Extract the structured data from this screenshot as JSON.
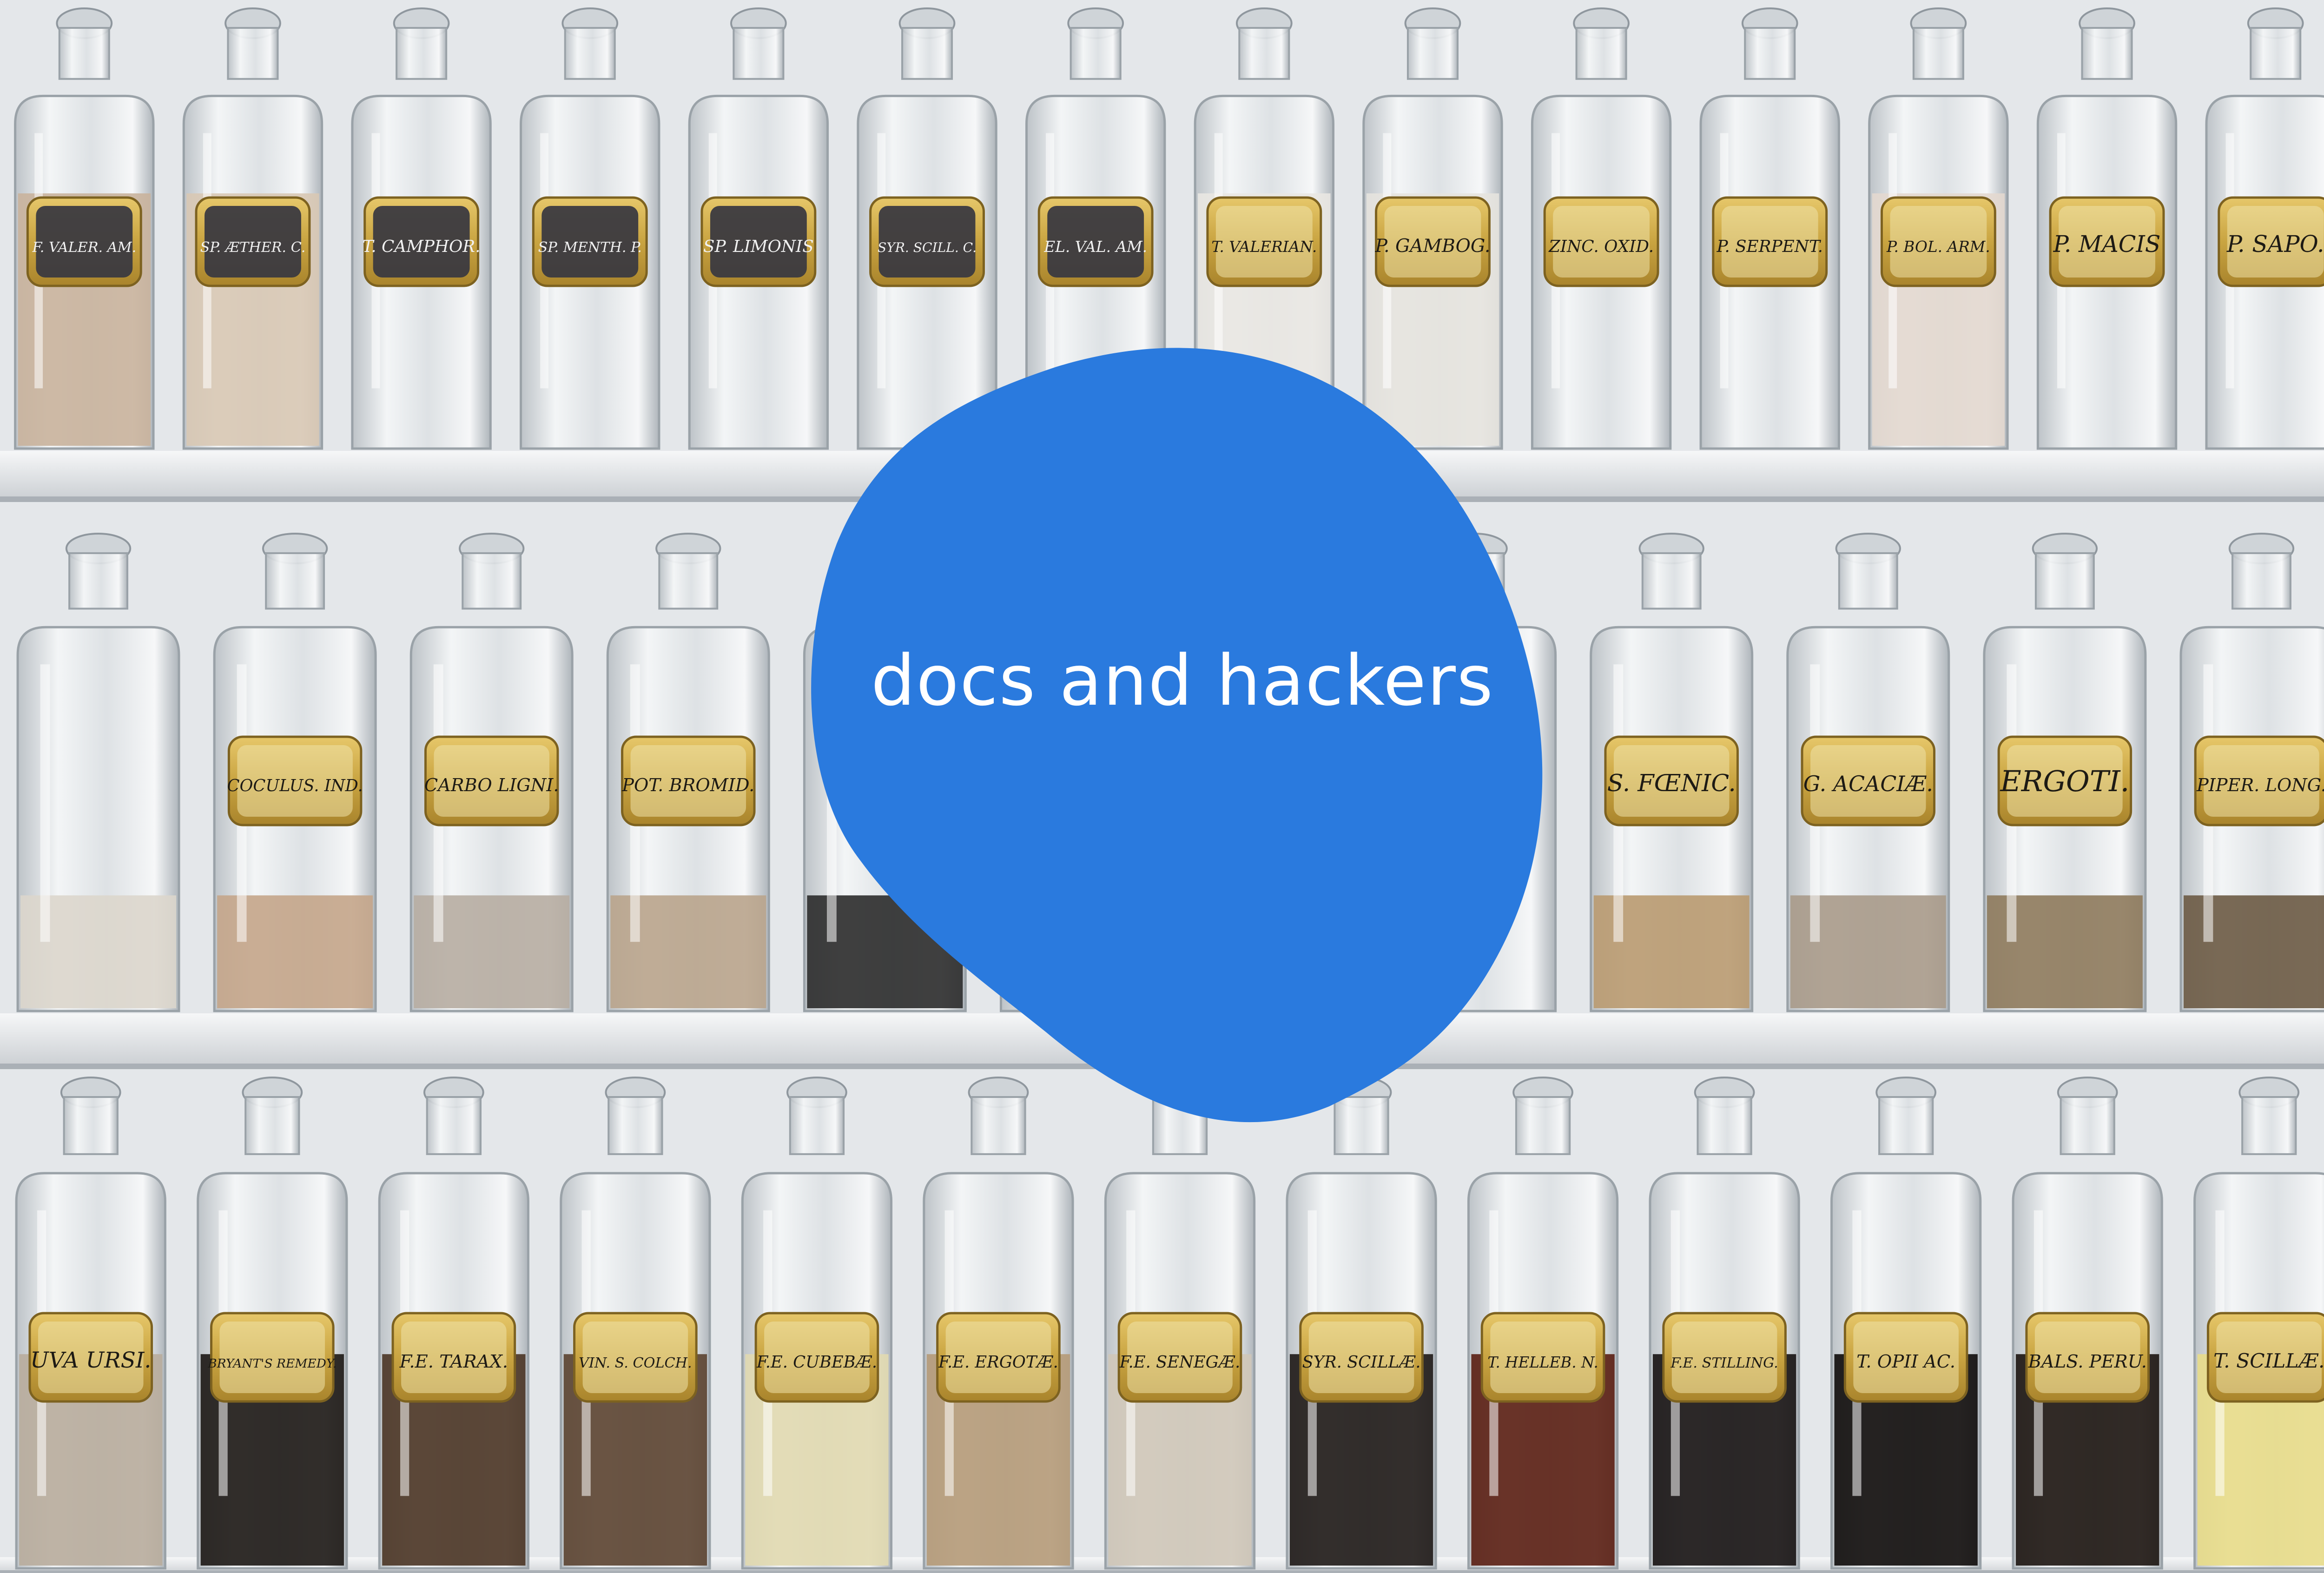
{
  "overlay": {
    "title": "docs and hackers",
    "blob_color": "#2a7ade",
    "text_color": "#ffffff"
  },
  "photo": {
    "shelf_color": "#eef0f2",
    "wall_color": "#e4e7ea",
    "label_gold": "#c9a441",
    "label_dark": "#3b3a40",
    "rows": [
      {
        "labels": [
          "F. VALER. AM.",
          "SP. ÆTHER. C.",
          "T. CAMPHOR.",
          "SP. MENTH. P.",
          "SP. LIMONIS",
          "SYR. SCILL. C.",
          "EL. VAL. AM.",
          "T. VALERIAN.",
          "P. GAMBOG.",
          "ZINC. OXID.",
          "P. SERPENT.",
          "P. BOL. ARM.",
          "P. MACIS",
          "P. SAPO."
        ]
      },
      {
        "labels": [
          "",
          "COCULUS. IND.",
          "CARBO LIGNI.",
          "POT. BROMID.",
          "",
          "",
          "",
          "",
          "S. FŒNIC.",
          "G. ACACIÆ.",
          "ERGOTI.",
          "PIPER. LONG."
        ]
      },
      {
        "labels": [
          "UVA URSI.",
          "BRYANT'S REMEDY.",
          "F.E. TARAX.",
          "VIN. S. COLCH.",
          "F.E. CUBEBÆ.",
          "F.E. ERGOTÆ.",
          "F.E. SENEGÆ.",
          "SYR. SCILLÆ.",
          "T. HELLEB. N.",
          "F.E. STILLING.",
          "T. OPII AC.",
          "BALS. PERU.",
          "T. SCILLÆ."
        ]
      }
    ]
  }
}
